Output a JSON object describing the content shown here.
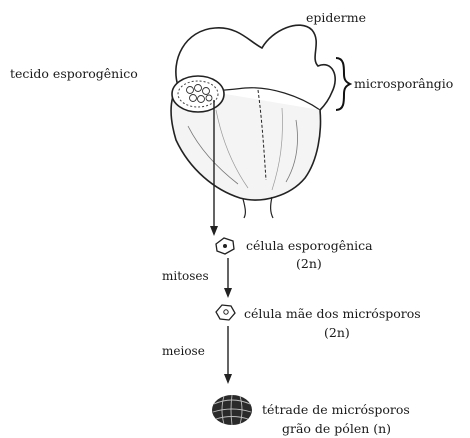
{
  "labels": {
    "epidermis": "epiderme",
    "sporogenous_tissue": "tecido esporogênico",
    "microsporangium": "microsporângio",
    "sporogenous_cell": "célula esporogênica",
    "sporogenous_cell_ploidy": "(2n)",
    "mitosis": "mitoses",
    "microspore_mother_cell": "célula mãe dos micrósporos",
    "microspore_mother_cell_ploidy": "(2n)",
    "meiosis": "meiose",
    "microspore_tetrad": "tétrade de micrósporos",
    "pollen_grain": "grão de pólen (n)"
  }
}
